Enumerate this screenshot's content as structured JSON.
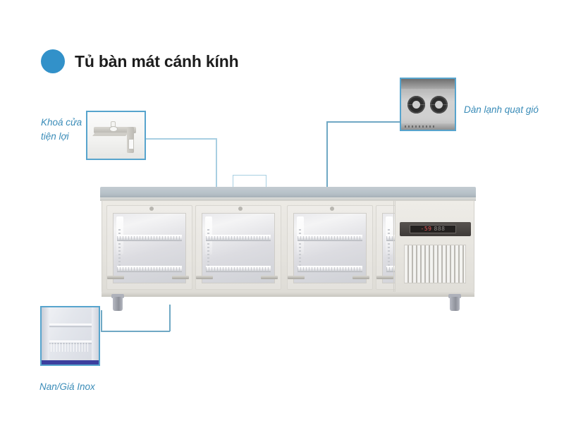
{
  "title": {
    "text": "Tủ bàn mát cánh kính",
    "bullet_color": "#3291c9",
    "text_color": "#1c1c1c"
  },
  "theme": {
    "accent": "#3291c9",
    "label_color": "#3a8cb8",
    "connector_color": "#a8cfe2",
    "inset_border": "#57a4cd",
    "worktop_color": "#b6c0c7",
    "cabinet_color": "#e6e4df"
  },
  "callouts": [
    {
      "id": "lock",
      "label": "Khoá cửa\ntiện lợi",
      "inset_name": "door-lock-photo",
      "position": "left-upper"
    },
    {
      "id": "fan",
      "label": "Dàn lạnh quạt gió",
      "inset_name": "fan-coil-photo",
      "position": "right-upper"
    },
    {
      "id": "shelf",
      "label": "Nan/Giá Inox",
      "inset_name": "stainless-shelf-photo",
      "position": "left-lower"
    }
  ],
  "product": {
    "name": "glass-door-under-counter-chiller",
    "door_count": 4,
    "shelves_per_door": 2,
    "leg_count": 2,
    "control_panel": {
      "display_primary": "-59",
      "display_secondary": "888"
    }
  }
}
